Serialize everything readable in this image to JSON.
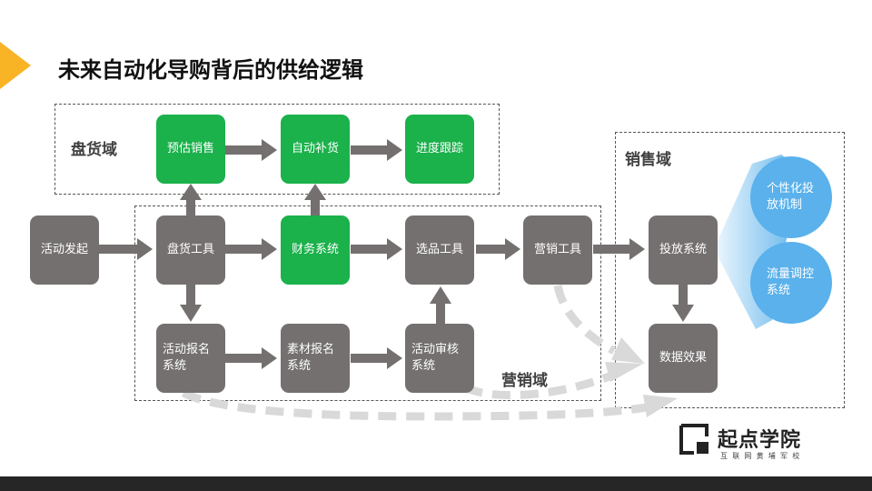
{
  "title": "未来自动化导购背后的供给逻辑",
  "domains": {
    "inventory": "盘货域",
    "marketing": "营销域",
    "sales": "销售域"
  },
  "nodes": {
    "activity_launch": "活动发起",
    "inventory_tool": "盘货工具",
    "sales_forecast": "预估销售",
    "auto_replenish": "自动补货",
    "progress_tracking": "进度跟踪",
    "finance_system": "财务系统",
    "product_selection_tool": "选品工具",
    "marketing_tool": "营销工具",
    "activity_signup_system": "活动报名系统",
    "material_signup_system": "素材报名系统",
    "activity_review_system": "活动审核系统",
    "delivery_system": "投放系统",
    "data_effect": "数据效果",
    "personalized_delivery": "个性化投放机制",
    "traffic_control": "流量调控系统"
  },
  "logo": {
    "name": "起点学院",
    "subtitle": "互联网黄埔军校"
  },
  "colors": {
    "node_gray": "#747070",
    "node_green": "#1bb14b",
    "circle_blue": "#5ab1eb",
    "accent_yellow": "#f8b425",
    "arrow_gray": "#747070",
    "dashed_arrow": "#d9d9d9"
  }
}
